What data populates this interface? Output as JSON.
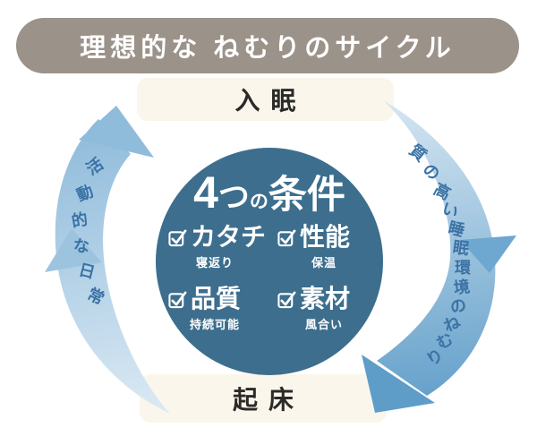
{
  "banner": {
    "title": "理想的な ねむりのサイクル",
    "bg_color": "#9b9289",
    "text_color": "#ffffff"
  },
  "phases": {
    "top": "入眠",
    "bottom": "起床",
    "bg_color": "#faf6eb",
    "text_color": "#2b2a28"
  },
  "circle": {
    "bg_color": "#3d6e8e",
    "title": {
      "num": "4",
      "tsu": "つ",
      "no": "の",
      "rest": "条件"
    },
    "items": [
      {
        "label": "カタチ",
        "sub": "寝返り"
      },
      {
        "label": "性能",
        "sub": "保温"
      },
      {
        "label": "品質",
        "sub": "持続可能"
      },
      {
        "label": "素材",
        "sub": "風合い"
      }
    ]
  },
  "arrows": {
    "left": {
      "text": "活動的な日常",
      "chars": [
        "活",
        "動",
        "的",
        "な",
        "日",
        "常"
      ]
    },
    "right": {
      "text": "質の高い睡眠環境のねむり",
      "chars": [
        "質",
        "の",
        "高",
        "い",
        "睡",
        "眠",
        "環",
        "境",
        "の",
        "ね",
        "む",
        "り"
      ]
    },
    "text_color": "#3b72a5",
    "light_color": "#d9e8f3",
    "strong_color": "#5f9dc9"
  }
}
